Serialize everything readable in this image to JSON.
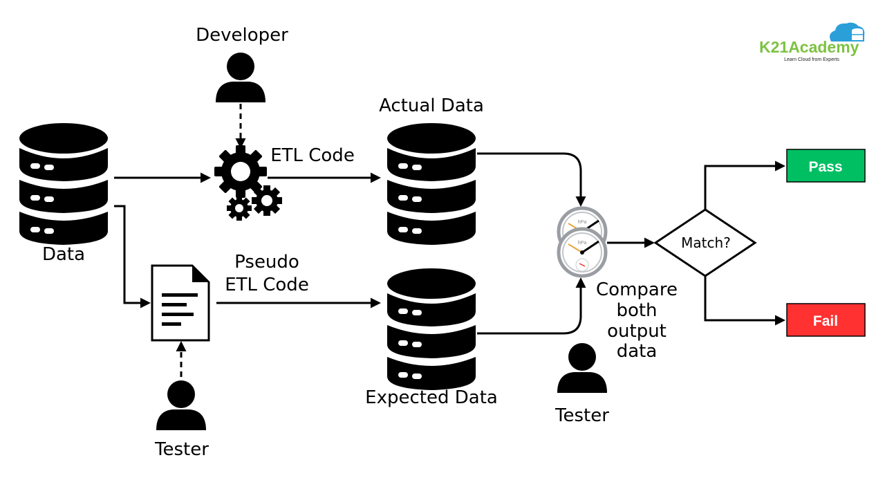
{
  "logo": {
    "name": "K21Academy",
    "tagline": "Learn Cloud from Experts",
    "brand_color": "#7dc242",
    "cloud_color": "#2a9fd8"
  },
  "labels": {
    "developer": "Developer",
    "data": "Data",
    "etl_code": "ETL Code",
    "actual_data": "Actual Data",
    "pseudo_line1": "Pseudo",
    "pseudo_line2": "ETL Code",
    "expected_data": "Expected Data",
    "tester_left": "Tester",
    "tester_right": "Tester",
    "compare_line1": "Compare",
    "compare_line2": "both",
    "compare_line3": "output",
    "compare_line4": "data",
    "match": "Match?",
    "gauge_unit": "hPa"
  },
  "outcomes": {
    "pass": {
      "label": "Pass",
      "color": "#00bf63"
    },
    "fail": {
      "label": "Fail",
      "color": "#ff3131"
    }
  }
}
